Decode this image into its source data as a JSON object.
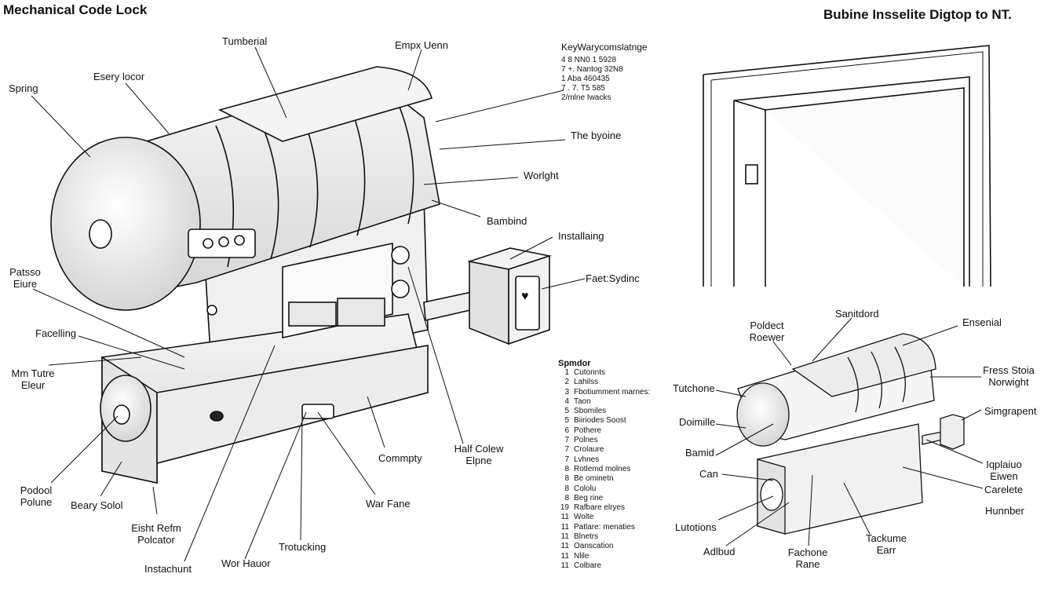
{
  "titles": {
    "left": "Mechanical Code Lock",
    "right": "Bubine Insselite Digtop to NT."
  },
  "main_labels": {
    "tumberial": "Tumberial",
    "empx_uenn": "Empx Uenn",
    "spring": "Spring",
    "esery_locor": "Esery locor",
    "the_byoine": "The byoine",
    "worlght": "Worlght",
    "bambind": "Bambind",
    "installaing": "Installaing",
    "faetsydinc": "Faet:Sydinc",
    "patsso_line1": "Patsso",
    "patsso_line2": "Eiure",
    "facelling": "Facelling",
    "min_tutre_line1": "Mm Tutre",
    "min_tutre_line2": "Eleur",
    "podool_line1": "Podool",
    "podool_line2": "Polune",
    "beary_solol": "Beary Solol",
    "eisht_line1": "Eisht Refm",
    "eisht_line2": "Polcator",
    "instachunt": "Instachunt",
    "wor_hauor": "Wor Hauor",
    "trotucking": "Trotucking",
    "war_fane": "War Fane",
    "commpty": "Commpty",
    "half_colew_line1": "Half Colew",
    "half_colew_line2": "Elpne"
  },
  "keyway": {
    "heading": "KeyWarycomslatnge",
    "lines": [
      "4 8  NN0  1 5928",
      "7  +.  Nantog 32N8",
      "1 Aba 460435",
      "7 .  7.  T5 585",
      "2/mlne Iwacks"
    ]
  },
  "legend": {
    "title": "Spmdor",
    "items": [
      {
        "n": "1",
        "text": "Cutonnts"
      },
      {
        "n": "2",
        "text": "Lahilss"
      },
      {
        "n": "3",
        "text": "Fbotiumment marnes:"
      },
      {
        "n": "4",
        "text": "Taon"
      },
      {
        "n": "5",
        "text": "Sbomiles"
      },
      {
        "n": "5",
        "text": "Biiriodes Soost"
      },
      {
        "n": "6",
        "text": "Pothere"
      },
      {
        "n": "7",
        "text": "Polnes"
      },
      {
        "n": "7",
        "text": "Crolaure"
      },
      {
        "n": "7",
        "text": "Lvhnes"
      },
      {
        "n": "8",
        "text": "Rotlemd molnes"
      },
      {
        "n": "8",
        "text": "Be ominetn"
      },
      {
        "n": "8",
        "text": "Cololu"
      },
      {
        "n": "8",
        "text": "Beg rine"
      },
      {
        "n": "19",
        "text": "Rafbare elryes"
      },
      {
        "n": "11",
        "text": "Wolte"
      },
      {
        "n": "11",
        "text": "Patlare: menaties"
      },
      {
        "n": "11",
        "text": "Blnetrs"
      },
      {
        "n": "11",
        "text": "Oanscation"
      },
      {
        "n": "11",
        "text": "Nlile"
      },
      {
        "n": "11",
        "text": "Colbare"
      }
    ]
  },
  "small_labels": {
    "poldect_line1": "Poldect",
    "poldect_line2": "Roewer",
    "sanitdord": "Sanitdord",
    "ensenial": "Ensenial",
    "fress_line1": "Fress Stoia",
    "fress_line2": "Norwight",
    "tutchone": "Tutchone",
    "doimille": "Doimille",
    "bamid": "Bamid",
    "can": "Can",
    "simgrapent": "Simgrapent",
    "iqplaiuo_line1": "Iqplaiuo",
    "iqplaiuo_line2": "Eiwen",
    "carelete": "Carelete",
    "hunnber": "Hunnber",
    "lutotions": "Lutotions",
    "adlbud": "Adlbud",
    "fachone_line1": "Fachone",
    "fachone_line2": "Rane",
    "tackume_line1": "Tackume",
    "tackume_line2": "Earr"
  }
}
